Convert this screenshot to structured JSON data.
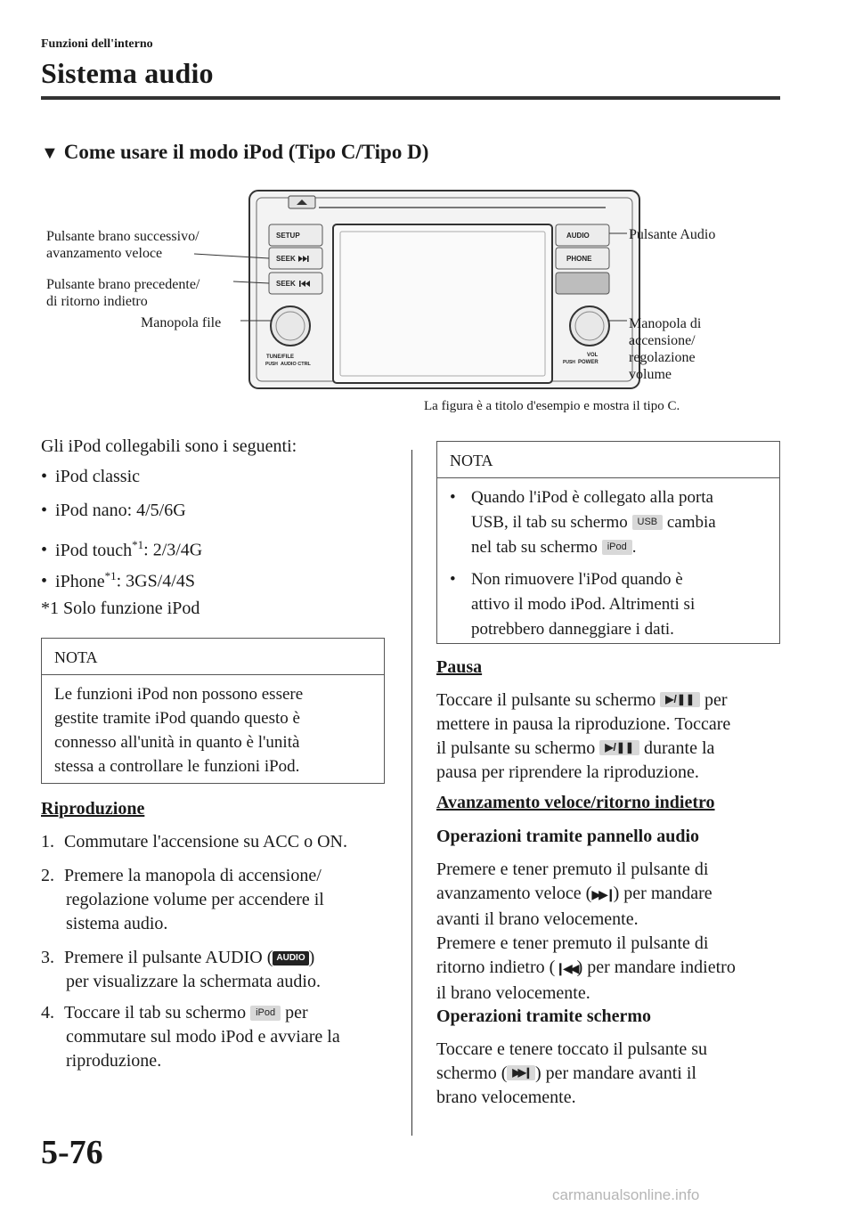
{
  "header": {
    "section_small": "Funzioni dell'interno",
    "section_title": "Sistema audio"
  },
  "heading": {
    "icon": "triangle-down-icon",
    "text": "Come usare il modo iPod (Tipo C/Tipo D)"
  },
  "figure": {
    "labels": {
      "next": [
        "Pulsante brano successivo/",
        "avanzamento veloce"
      ],
      "prev": [
        "Pulsante brano precedente/",
        "di ritorno indietro"
      ],
      "file": "Manopola file",
      "audio": "Pulsante Audio",
      "power": [
        "Manopola di",
        "accensione/",
        "regolazione",
        "volume"
      ]
    },
    "buttons": {
      "setup": "SETUP",
      "seek_next": "SEEK",
      "seek_prev": "SEEK",
      "audio": "AUDIO",
      "phone": "PHONE",
      "tune": "TUNE/FILE",
      "tune_sub_push": "PUSH",
      "tune_sub": "AUDIO CTRL",
      "vol": "VOL",
      "vol_sub_push": "PUSH",
      "vol_sub": "POWER"
    },
    "caption": "La figura è a titolo d'esempio e mostra il tipo C."
  },
  "left": {
    "intro": "Gli iPod collegabili sono i seguenti:",
    "devices": [
      {
        "name": "iPod classic",
        "sup": "",
        "rest": ""
      },
      {
        "name": "iPod nano: 4/5/6G",
        "sup": "",
        "rest": ""
      },
      {
        "name": "iPod touch",
        "sup": "*1",
        "rest": ": 2/3/4G"
      },
      {
        "name": "iPhone",
        "sup": "*1",
        "rest": ": 3GS/4/4S"
      }
    ],
    "footnote": "*1 Solo funzione iPod",
    "nota": {
      "title": "NOTA",
      "lines": [
        "Le funzioni iPod non possono essere",
        "gestite tramite iPod quando questo è",
        "connesso all'unità in quanto è l'unità",
        "stessa a controllare le funzioni iPod."
      ]
    },
    "riproduzione_title": "Riproduzione",
    "steps": [
      {
        "n": "1.",
        "lines": [
          "Commutare l'accensione su ACC o ON."
        ]
      },
      {
        "n": "2.",
        "lines": [
          "Premere la manopola di accensione/",
          "regolazione volume per accendere il",
          "sistema audio."
        ]
      },
      {
        "n": "3.",
        "l1a": "Premere il pulsante AUDIO (",
        "l1icon": "AUDIO",
        "l1b": ")",
        "lines": [
          "per visualizzare la schermata audio."
        ]
      },
      {
        "n": "4.",
        "l1a": "Toccare il tab su schermo",
        "l1icon": "iPod",
        "l1b": "per",
        "lines": [
          "commutare sul modo iPod e avviare la",
          "riproduzione."
        ]
      }
    ]
  },
  "right": {
    "nota": {
      "title": "NOTA",
      "b1": {
        "a": "Quando l'iPod è collegato alla porta",
        "b1": "USB, il tab su schermo",
        "icon1": "USB",
        "b2": "cambia",
        "c1": "nel tab su schermo",
        "icon2": "iPod",
        "c2": "."
      },
      "b2": [
        "Non rimuovere l'iPod quando è",
        "attivo il modo iPod. Altrimenti si",
        "potrebbero danneggiare i dati."
      ]
    },
    "pausa_title": "Pausa",
    "pausa": {
      "l1a": "Toccare il pulsante su schermo",
      "l1b": "per",
      "l2": "mettere in pausa la riproduzione. Toccare",
      "l3a": "il pulsante su schermo",
      "l3b": "durante la",
      "l4": "pausa per riprendere la riproduzione."
    },
    "avanz_title": "Avanzamento veloce/ritorno indietro",
    "op_panel_title": "Operazioni tramite pannello audio",
    "panel": {
      "l1": "Premere e tener premuto il pulsante di",
      "l2a": "avanzamento veloce (",
      "l2b": ") per mandare",
      "l3": "avanti il brano velocemente.",
      "l4": "Premere e tener premuto il pulsante di",
      "l5a": "ritorno indietro (",
      "l5b": ") per mandare indietro",
      "l6": "il brano velocemente."
    },
    "op_screen_title": "Operazioni tramite schermo",
    "screen": {
      "l1": "Toccare e tenere toccato il pulsante su",
      "l2a": "schermo (",
      "l2b": ") per mandare avanti il",
      "l3": "brano velocemente."
    }
  },
  "footer": {
    "page_number": "5-76",
    "watermark": "carmanualsonline.info"
  }
}
